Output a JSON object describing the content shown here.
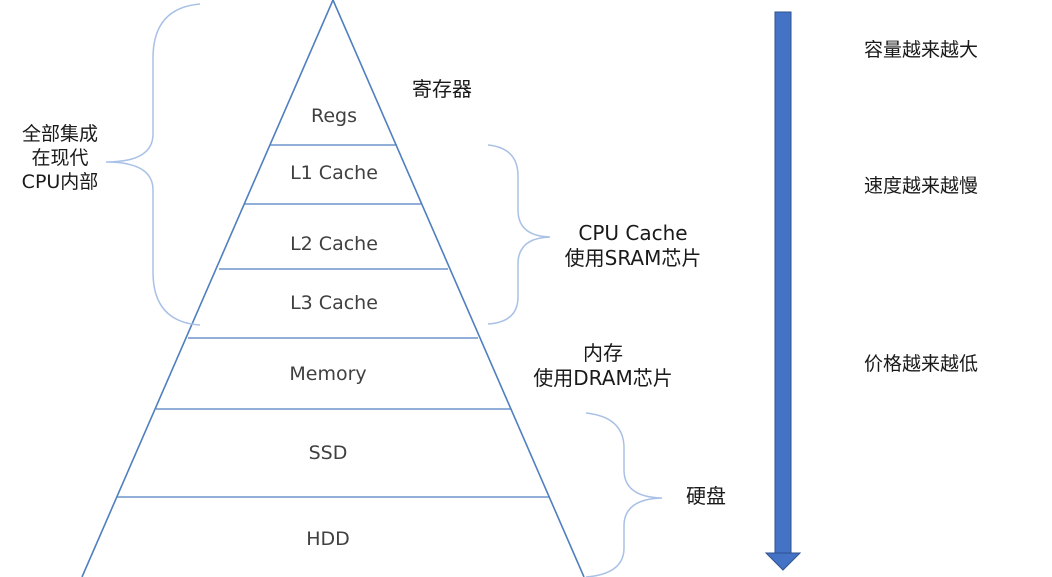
{
  "pyramid": {
    "layers": [
      {
        "id": "regs",
        "label": "Regs"
      },
      {
        "id": "l1",
        "label": "L1 Cache"
      },
      {
        "id": "l2",
        "label": "L2 Cache"
      },
      {
        "id": "l3",
        "label": "L3 Cache"
      },
      {
        "id": "memory",
        "label": "Memory"
      },
      {
        "id": "ssd",
        "label": "SSD"
      },
      {
        "id": "hdd",
        "label": "HDD"
      }
    ]
  },
  "annotations": {
    "registers": "寄存器",
    "cpu_integrated": [
      "全部集成",
      "在现代",
      "CPU内部"
    ],
    "cpu_cache": [
      "CPU Cache",
      "使用SRAM芯片"
    ],
    "main_memory": [
      "内存",
      "使用DRAM芯片"
    ],
    "disk": "硬盘"
  },
  "trends": {
    "capacity": "容量越来越大",
    "speed": "速度越来越慢",
    "price": "价格越来越低"
  },
  "colors": {
    "pyramid_line": "#4f7fc0",
    "brace": "#a9c1e6",
    "arrow": "#4472c4"
  }
}
